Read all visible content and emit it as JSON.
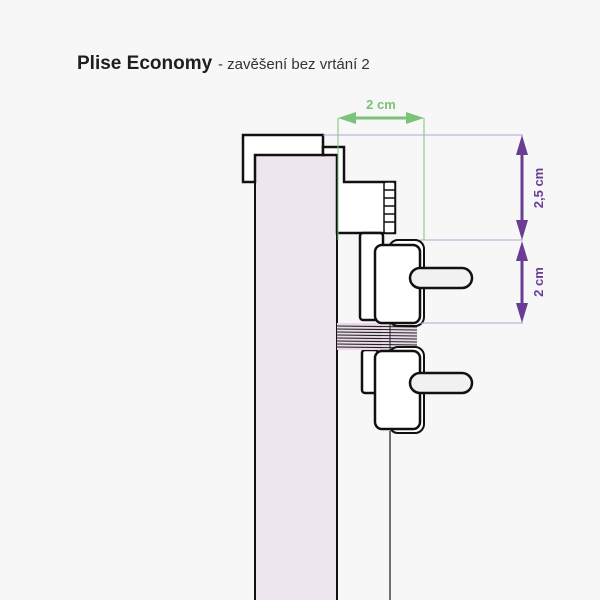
{
  "header": {
    "title": "Plise Economy",
    "subtitle": "- zavěšení bez vrtání 2"
  },
  "dimensions": {
    "width_label": "2 cm",
    "upper_height_label": "2,5 cm",
    "lower_height_label": "2 cm"
  },
  "colors": {
    "green": "#7cc27a",
    "purple": "#6a3d94",
    "fabric": "#ede6ee",
    "background": "#f7f7f7"
  }
}
